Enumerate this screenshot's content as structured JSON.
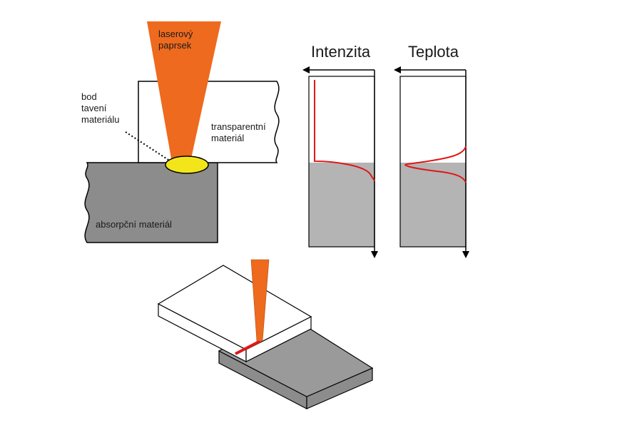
{
  "labels": {
    "laser_beam": [
      "laserový",
      "paprsek"
    ],
    "melting_point": [
      "bod",
      "tavení",
      "materiálu"
    ],
    "transparent_material": [
      "transparentní",
      "materiál"
    ],
    "absorbing_material": "absorpční materiál",
    "intensity_title": "Intenzita",
    "temperature_title": "Teplota"
  },
  "colors": {
    "laser": "#ee6a1e",
    "melt_spot": "#f2e61a",
    "absorber": "#8c8c8c",
    "absorber_light": "#b4b4b4",
    "curve": "#e01818",
    "weld_seam": "#e01818"
  }
}
